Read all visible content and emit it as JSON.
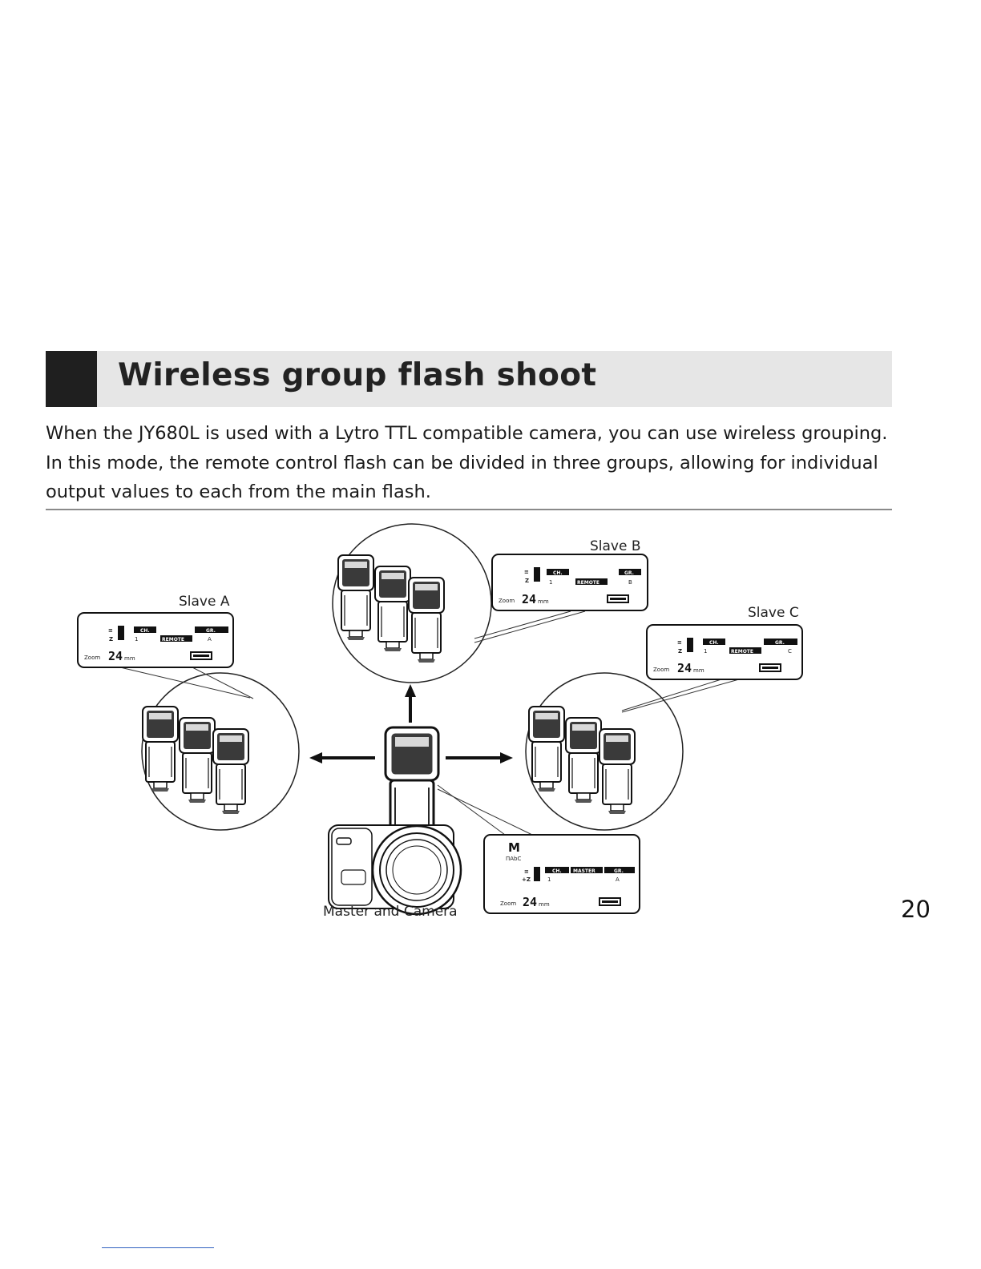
{
  "header": {
    "title": "Wireless group flash shoot"
  },
  "intro": {
    "line1": "When the JY680L is used with a Lytro TTL compatible camera, you can use wireless grouping.",
    "line2": "In this mode, the remote control flash can be divided in three groups, allowing for individual",
    "line3": "output values to each from the main flash."
  },
  "diagram": {
    "slave_a_label": "Slave A",
    "slave_b_label": "Slave B",
    "slave_c_label": "Slave C",
    "master_label": "Master and Camera",
    "lcd": {
      "ch_tag": "CH.",
      "gr_tag": "GR.",
      "remote_tag": "REMOTE",
      "master_tag": "MASTER",
      "channel": "1",
      "zoom_label": "Zoom",
      "zoom_value": "24",
      "zoom_unit": "mm",
      "mode": "M",
      "mode_sub": "ПAbC",
      "group_a": "A",
      "group_b": "B",
      "group_c": "C"
    }
  },
  "page_number": "20"
}
